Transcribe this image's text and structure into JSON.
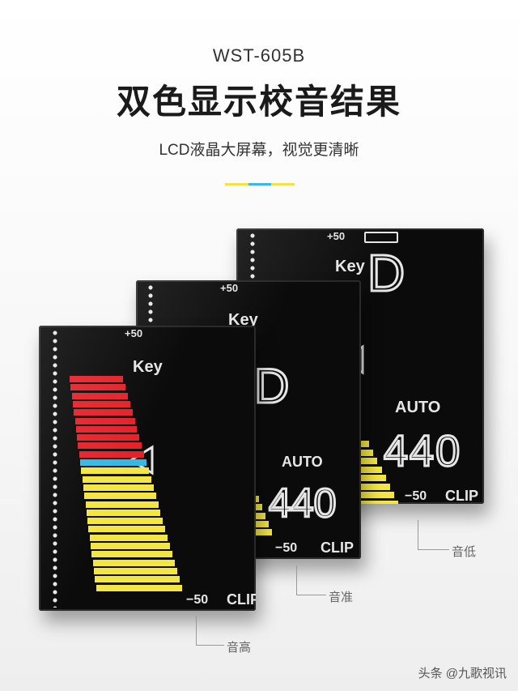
{
  "header": {
    "model": "WST-605B",
    "title": "双色显示校音结果",
    "subtitle": "LCD液晶大屏幕，视觉更清晰"
  },
  "colors": {
    "accent_yellow": "#f2e24a",
    "accent_blue": "#3fb6e2",
    "bar_yellow": "#f4e642",
    "bar_red": "#e5222a",
    "bar_blue": "#36b8e4"
  },
  "lcd": {
    "scale_top": "+50",
    "scale_bottom": "−50",
    "key_label": "Key",
    "auto_label": "AUTO",
    "clip_label": "CLIP",
    "note_name": "D",
    "frequency": "440"
  },
  "callouts": {
    "high": "音高",
    "standard": "音准",
    "low": "音低"
  },
  "watermark": "头条 @九歌视讯"
}
